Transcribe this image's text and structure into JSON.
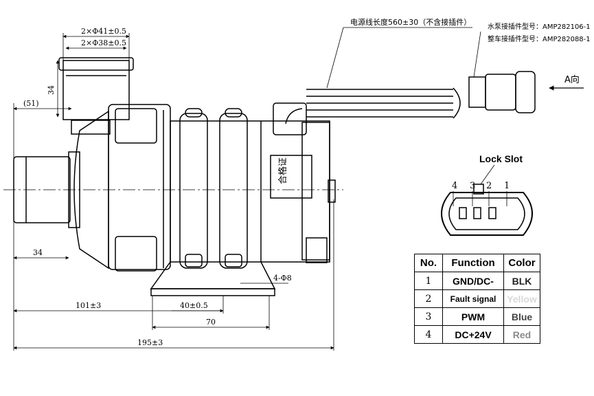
{
  "dimensions": {
    "outer_dia": "2×Φ41±0.5",
    "inner_dia": "2×Φ38±0.5",
    "inlet_height": "34",
    "ref_51": "(51)",
    "inlet_length": "34",
    "center_dist": "101±3",
    "mount_spacing": "40±0.5",
    "mount_width": "70",
    "overall_length": "195±3",
    "holes": "4-Φ8"
  },
  "annotations": {
    "cable_length": "电源线长度560±30（不含接插件）",
    "pump_connector": "水泵接插件型号：AMP282106-1",
    "vehicle_connector": "整车接插件型号：AMP282088-1",
    "view_a": "A向",
    "label_cert": "合格证"
  },
  "connector": {
    "lock_slot": "Lock Slot",
    "pins": [
      "4",
      "3",
      "2",
      "1"
    ]
  },
  "pin_table": {
    "headers": [
      "No.",
      "Function",
      "Color"
    ],
    "rows": [
      {
        "no": "1",
        "function": "GND/DC-",
        "color": "BLK",
        "color_hex": "#222222"
      },
      {
        "no": "2",
        "function": "Fault signal",
        "color": "Yellow",
        "color_hex": "#d8d8d8"
      },
      {
        "no": "3",
        "function": "PWM",
        "color": "Blue",
        "color_hex": "#444444"
      },
      {
        "no": "4",
        "function": "DC+24V",
        "color": "Red",
        "color_hex": "#8a8a8a"
      }
    ]
  }
}
